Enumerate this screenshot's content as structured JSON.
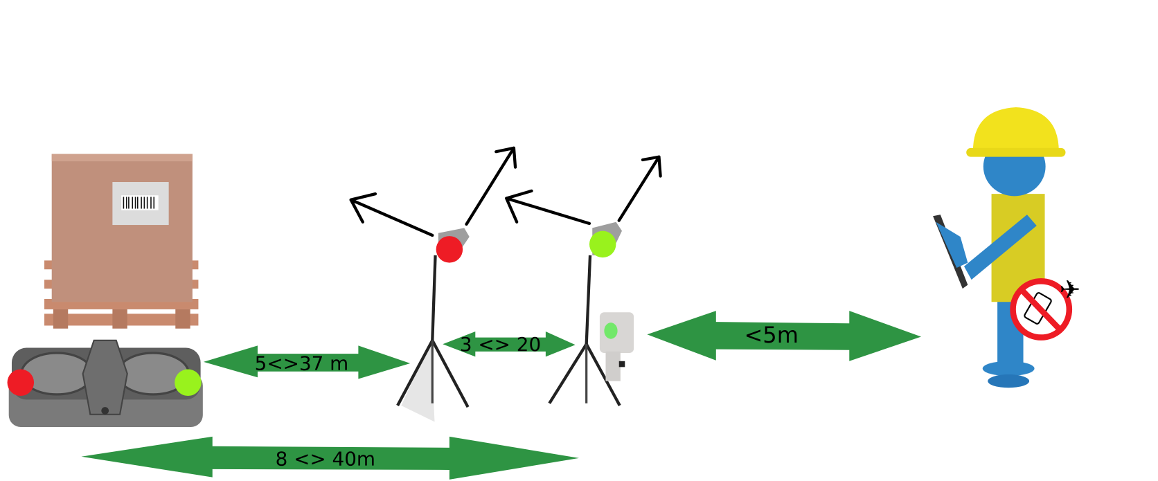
{
  "distances": {
    "drone_to_anchor": "5<>37 m",
    "anchor_to_anchor": "3 <> 20",
    "device_to_worker": "<5m",
    "drone_to_second_anchor": "8 <> 40m"
  },
  "colors": {
    "arrow": "#2e9443",
    "red_marker": "#ee1c25",
    "green_marker": "#99f21d",
    "box": "#c0907c",
    "pallet": "#c98a6e",
    "helmet": "#f2e21d",
    "worker_body": "#d8cc24",
    "worker_skin": "#2f86c8"
  },
  "icons": [
    "no-phone-icon",
    "airplane-icon",
    "barcode-icon"
  ]
}
